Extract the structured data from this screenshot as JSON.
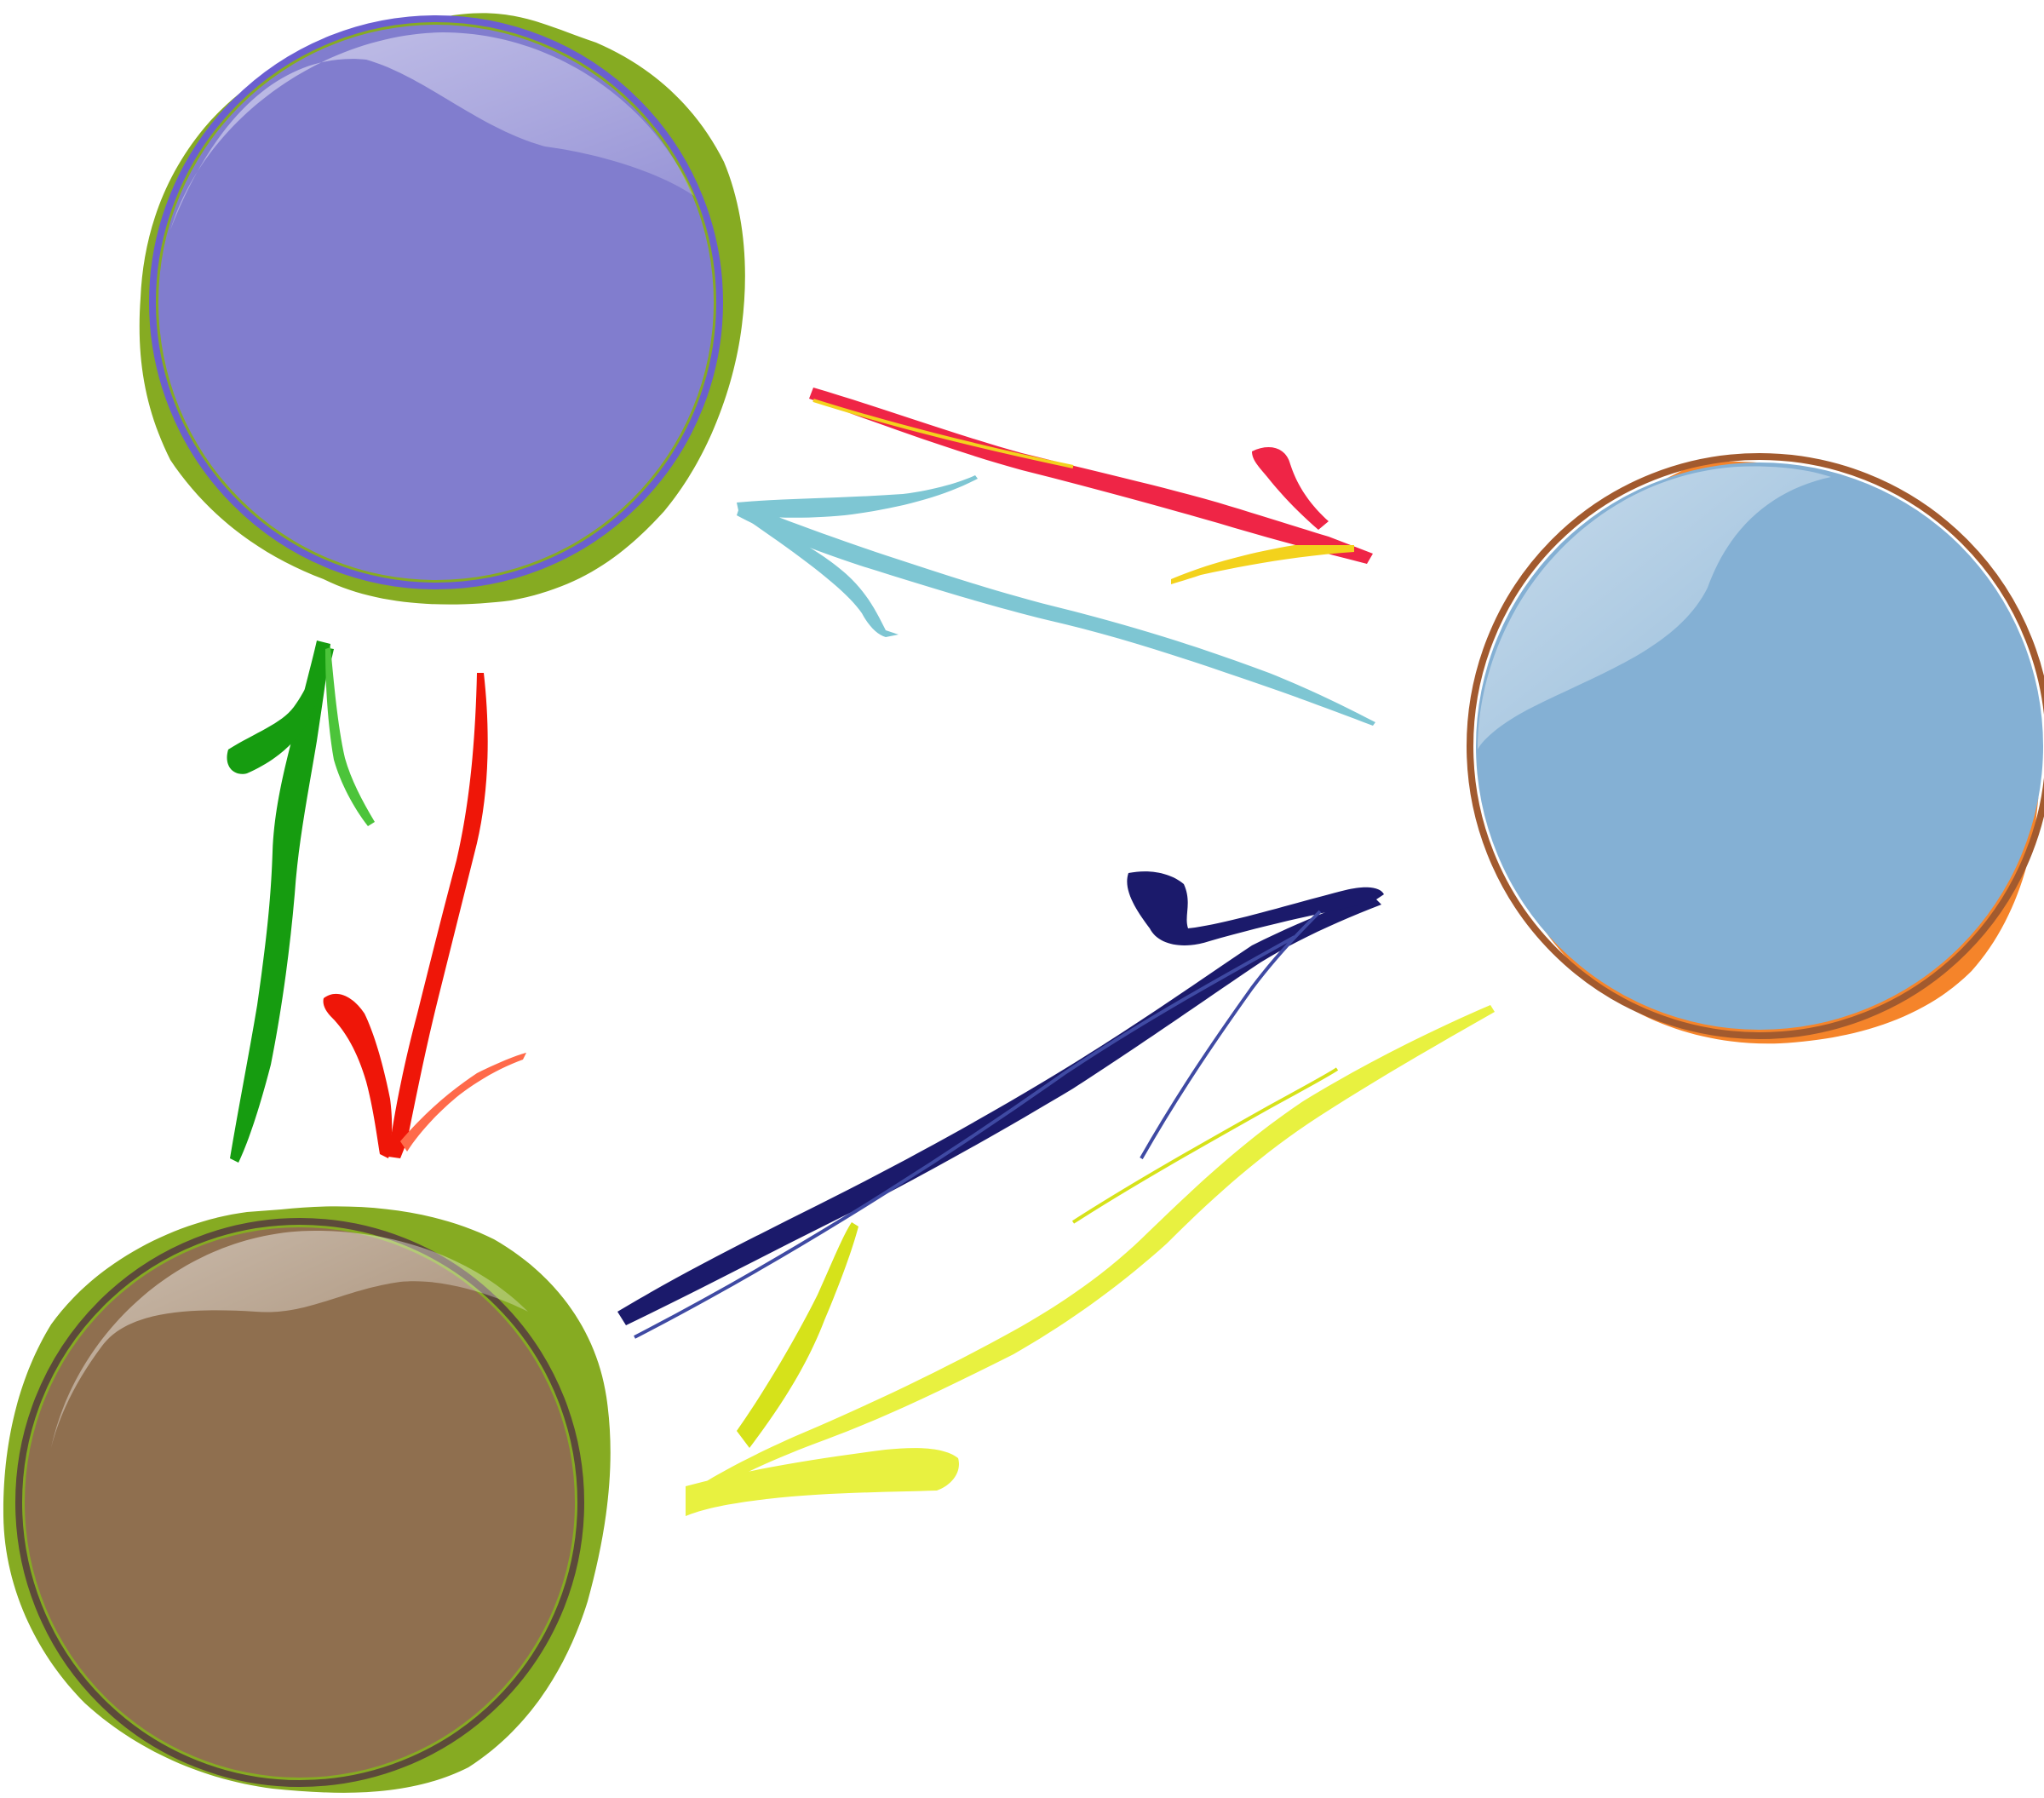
{
  "diagram": {
    "type": "cycle",
    "nodes": [
      {
        "id": "node-purple",
        "label": "",
        "fill": "#817dce",
        "rim": "#86ab22",
        "ring": "#6b5fd0"
      },
      {
        "id": "node-blue",
        "label": "",
        "fill": "#84b0d4",
        "rim": "#f5842a",
        "ring": "#a25a2e"
      },
      {
        "id": "node-brown",
        "label": "",
        "fill": "#8f6f4f",
        "rim": "#86ab22",
        "ring": "#5c4a3a"
      }
    ],
    "connectors": [
      {
        "id": "arrow-purple-to-blue",
        "from": "node-purple",
        "to": "node-blue",
        "color": "#ef2546",
        "accent": "#f3d21c"
      },
      {
        "id": "arrow-blue-to-purple",
        "from": "node-blue",
        "to": "node-purple",
        "color": "#7ec6d3",
        "accent": "#4fb3c4"
      },
      {
        "id": "arrow-brown-to-blue",
        "from": "node-brown",
        "to": "node-blue",
        "color": "#1b1a6b",
        "accent": "#3f4aa3"
      },
      {
        "id": "arrow-blue-to-brown",
        "from": "node-blue",
        "to": "node-brown",
        "color": "#e8f140",
        "accent": "#d6e21a"
      },
      {
        "id": "arrow-brown-to-purple",
        "from": "node-brown",
        "to": "node-purple",
        "color": "#169c10",
        "accent": "#4cc43a"
      },
      {
        "id": "arrow-purple-to-brown",
        "from": "node-purple",
        "to": "node-brown",
        "color": "#ef1608",
        "accent": "#ff6a4a"
      }
    ]
  }
}
